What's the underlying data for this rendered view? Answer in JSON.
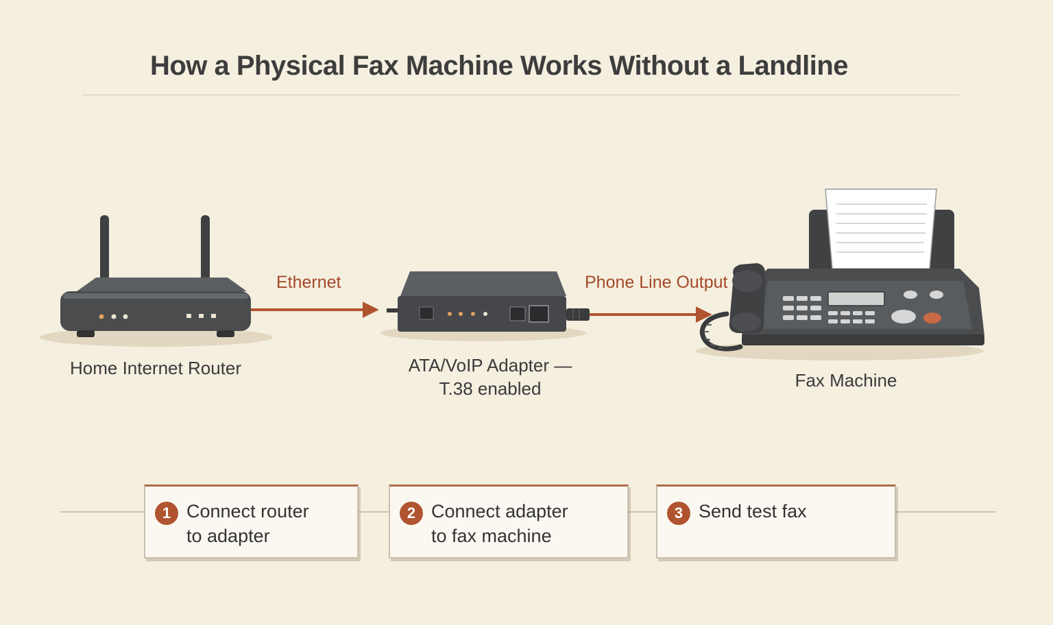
{
  "title": "How a Physical Fax Machine Works Without a Landline",
  "devices": {
    "router": {
      "label": "Home Internet Router",
      "icon": "router-icon"
    },
    "adapter": {
      "label_line1": "ATA/VoIP Adapter —",
      "label_line2": "T.38 enabled",
      "icon": "ata-adapter-icon"
    },
    "fax": {
      "label": "Fax Machine",
      "icon": "fax-machine-icon"
    }
  },
  "connections": {
    "ethernet": "Ethernet",
    "phone_line": "Phone Line Output"
  },
  "steps": [
    {
      "number": "1",
      "line1": "Connect router",
      "line2": "to adapter"
    },
    {
      "number": "2",
      "line1": "Connect adapter",
      "line2": "to fax machine"
    },
    {
      "number": "3",
      "line1": "Send test fax",
      "line2": ""
    }
  ],
  "colors": {
    "background": "#f5efe0",
    "accent": "#b0532f",
    "device_body": "#4a4c4e"
  }
}
